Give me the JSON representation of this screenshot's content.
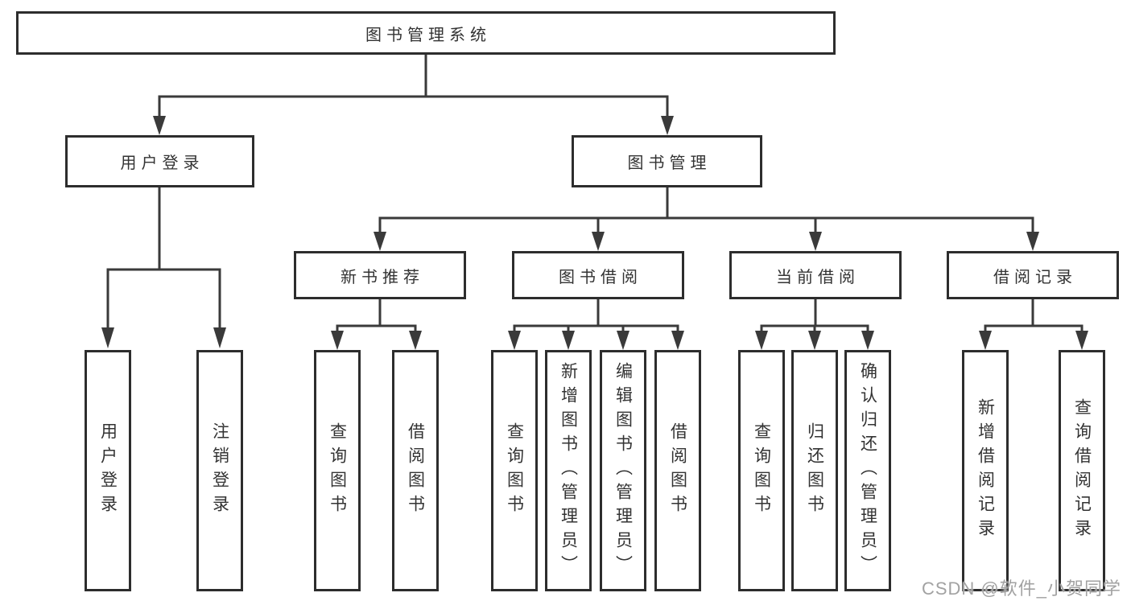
{
  "diagram_title": "图书管理系统",
  "tree": {
    "root": {
      "label": "图书管理系统"
    },
    "branches": [
      {
        "label": "用户登录",
        "children": [
          {
            "label": "用户登录"
          },
          {
            "label": "注销登录"
          }
        ]
      },
      {
        "label": "图书管理",
        "children": [
          {
            "label": "新书推荐",
            "children": [
              {
                "label": "查询图书"
              },
              {
                "label": "借阅图书"
              }
            ]
          },
          {
            "label": "图书借阅",
            "children": [
              {
                "label": "查询图书"
              },
              {
                "label": "新增图书（管理员）"
              },
              {
                "label": "编辑图书（管理员）"
              },
              {
                "label": "借阅图书"
              }
            ]
          },
          {
            "label": "当前借阅",
            "children": [
              {
                "label": "查询图书"
              },
              {
                "label": "归还图书"
              },
              {
                "label": "确认归还（管理员）"
              }
            ]
          },
          {
            "label": "借阅记录",
            "children": [
              {
                "label": "新增借阅记录"
              },
              {
                "label": "查询借阅记录"
              }
            ]
          }
        ]
      }
    ]
  },
  "watermark": "CSDN @软件_小贺同学",
  "colors": {
    "line": "#3a3a3a",
    "border": "#2d2d2d",
    "text": "#333333",
    "watermark": "#a2a2a2",
    "background": "#ffffff"
  }
}
